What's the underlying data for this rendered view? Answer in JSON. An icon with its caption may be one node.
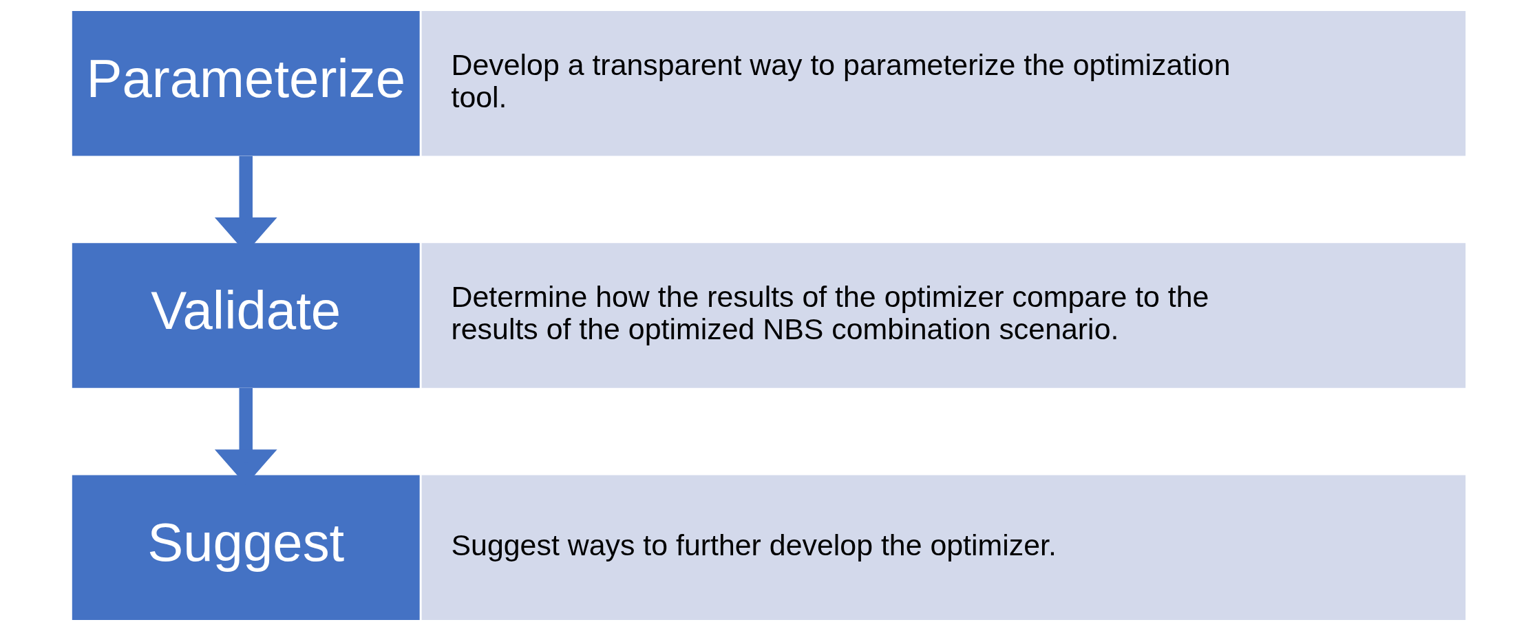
{
  "diagram": {
    "nodes": [
      {
        "text": [
          "Parameterize"
        ]
      },
      {
        "text": [
          "Develop a transparent way to parameterize the optimization tool."
        ]
      },
      {
        "text": [
          "Validate"
        ]
      },
      {
        "text": [
          "Determine how the results of the optimizer compare to the results of the optimized NBS combination scenario."
        ]
      },
      {
        "text": [
          "Suggest"
        ]
      },
      {
        "text": [
          "Suggest ways to further develop the optimizer."
        ]
      }
    ],
    "edges": [
      {
        "from": 0,
        "to": 2,
        "arrow": "to"
      },
      {
        "from": 2,
        "to": 4,
        "arrow": "to"
      }
    ]
  }
}
